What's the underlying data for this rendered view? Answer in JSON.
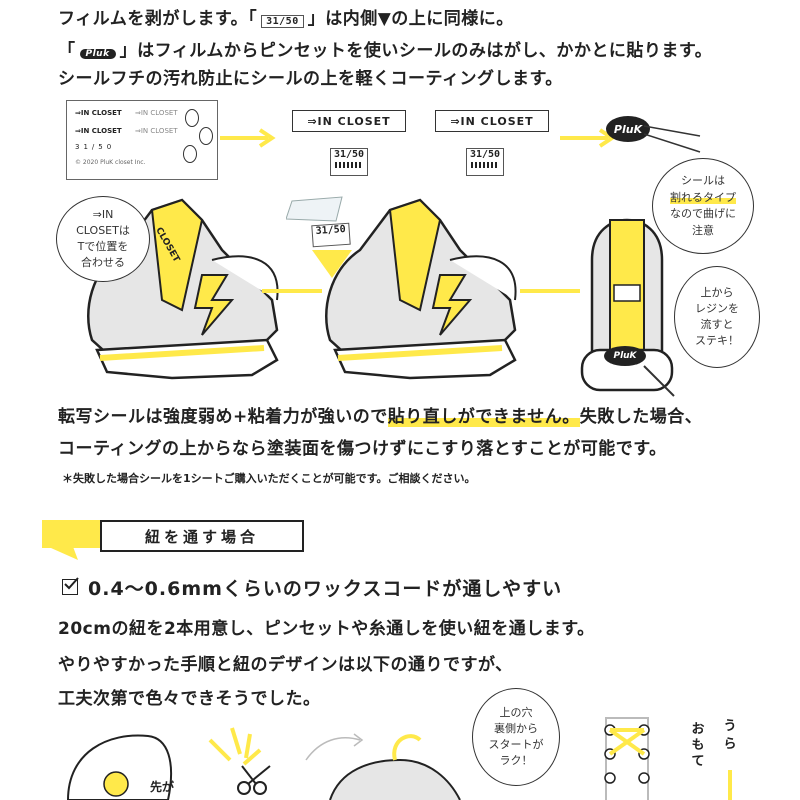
{
  "intro": {
    "line1_pre": "フィルムを剥がします。「",
    "line1_box": "31/50",
    "line1_post": "」は内側▼の上に同様に。",
    "line2_pre": "「",
    "line2_pill": "Pluk",
    "line2_post": "」はフィルムからピンセットを使いシールのみはがし、かかとに貼ります。",
    "line3": "シールフチの汚れ防止にシールの上を軽くコーティングします。"
  },
  "sheet": {
    "row1_a": "⇒IN CLOSET",
    "row1_b": "⇒IN CLOSET",
    "row2_a": "⇒IN CLOSET",
    "row2_b": "⇒IN CLOSET",
    "nums": "31/50",
    "copyright": "© 2020 PluK closet Inc."
  },
  "labels": {
    "in_closet_1": "⇒IN CLOSET",
    "in_closet_2": "⇒IN CLOSET",
    "num_1": "31/50",
    "num_2": "31/50",
    "num_3": "31/50",
    "pluk": "PluK",
    "pluk_2": "PluK",
    "closet_side": "CLOSET"
  },
  "bubbles": {
    "left": "⇒IN\nCLOSETは\nTで位置を\n合わせる",
    "right_top_1": "シールは",
    "right_top_hl": "割れるタイプ",
    "right_top_2": "なので曲げに\n注意",
    "right_mid": "上から\nレジンを\n流すと\nステキ！",
    "bottom": "上の穴\n裏側から\nスタートが\nラク！"
  },
  "warning": {
    "line1_pre": "転写シールは強度弱め+粘着力が強いので",
    "line1_hl": "貼り直しができません。",
    "line1_post": "失敗した場合、",
    "line2": "コーティングの上からなら塗装面を傷つけずにこすり落とすことが可能です。",
    "note": "＊失敗した場合シールを1シートご購入いただくことが可能です。ご相談ください。"
  },
  "section": {
    "title": "紐を通す場合"
  },
  "cord": {
    "check_icon": "check-icon",
    "heading": "0.4〜0.6mmくらいのワックスコードが通しやすい",
    "line1": "20cmの紐を2本用意し、ピンセットや糸通しを使い紐を通します。",
    "line2": "やりやすかった手順と紐のデザインは以下の通りですが、",
    "line3": "工夫次第で色々できそうでした。"
  },
  "diagram": {
    "omote": "おもて",
    "ura": "うら",
    "sakiga": "先が"
  },
  "colors": {
    "accent": "#ffe94a",
    "ink": "#222222",
    "gray": "#bdbdbd"
  }
}
